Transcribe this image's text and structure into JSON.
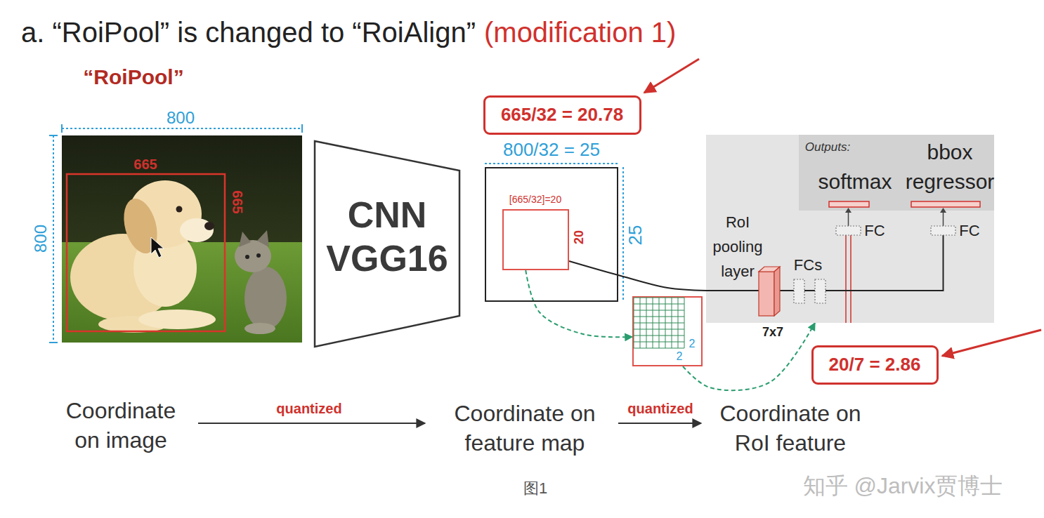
{
  "diagram": {
    "title": "a. “RoiPool” is changed to “RoiAlign”",
    "caption": "图1",
    "nodes": [
      {
        "text": [
          "CNN VGG16"
        ]
      },
      {
        "text": [
          "665/32 = 20.78"
        ]
      },
      {
        "text": [
          "800/32 = 25",
          "25"
        ]
      },
      {
        "text": [
          "[665/32]=20",
          "20"
        ],
        "in": 2
      },
      {
        "text": [
          "2",
          "2"
        ]
      },
      {
        "text": [
          "Outputs:",
          "softmax",
          "bbox regressor",
          "RoI pooling layer",
          "FCs",
          "FC",
          "FC"
        ]
      },
      {
        "text": [
          "20/7 = 2.86"
        ]
      }
    ],
    "edges": [
      {
        "from": 3,
        "to": 5,
        "arrow": "none"
      },
      {
        "from": 3,
        "to": 4,
        "arrow": "to"
      },
      {
        "from": 4,
        "to": 5,
        "arrow": "to"
      }
    ],
    "labels": [
      "(modification 1)",
      "“RoiPool”",
      "800",
      "800",
      "665",
      "665",
      "7x7",
      "Coordinate on image",
      "quantized",
      "Coordinate on feature map",
      "quantized",
      "Coordinate on RoI feature",
      "知乎 @Jarvix贾博士"
    ]
  }
}
